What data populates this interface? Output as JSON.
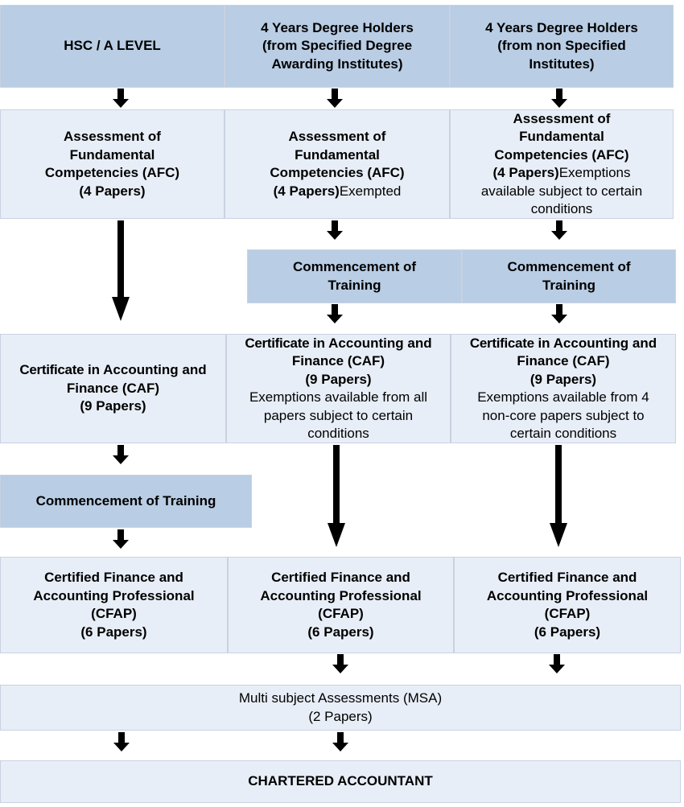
{
  "colors": {
    "header_fill": "#b9cde4",
    "stage_fill": "#e8eef7",
    "arrow": "#000000"
  },
  "headers": {
    "hsc": "HSC / A LEVEL",
    "specified": [
      "4 Years Degree Holders",
      "(from Specified Degree",
      "Awarding Institutes)"
    ],
    "nonspecified": [
      "4 Years Degree Holders",
      "(from non Specified",
      "Institutes)"
    ]
  },
  "afc": {
    "col1": [
      "Assessment of",
      "Fundamental",
      "Competencies (AFC)",
      "(4 Papers)"
    ],
    "col2": {
      "lines": [
        "Assessment of",
        "Fundamental",
        "Competencies (AFC)"
      ],
      "papers": "(4 Papers)",
      "note": "Exempted"
    },
    "col3": {
      "lines": [
        "Assessment of",
        "Fundamental",
        "Competencies (AFC)"
      ],
      "papers": "(4 Papers)",
      "note": "Exemptions",
      "note_lines": [
        "available subject to certain",
        "conditions"
      ]
    }
  },
  "training": {
    "col2": [
      "Commencement of",
      "Training"
    ],
    "col3": [
      "Commencement of",
      "Training"
    ],
    "col1": "Commencement of Training"
  },
  "caf": {
    "col1": {
      "lines": [
        "Finance (CAF)",
        "(9 Papers)"
      ],
      "cert": "Certificate",
      "rest": " in Accounting and"
    },
    "col2": {
      "cert": "Certificate",
      "rest": " in Accounting and",
      "lines": [
        "Finance (CAF)",
        "(9 Papers)"
      ],
      "notes": [
        "Exemptions available from all",
        "papers subject to certain",
        "conditions"
      ]
    },
    "col3": {
      "cert": "Certificate",
      "rest": " in Accounting and",
      "lines": [
        "Finance (CAF)",
        "(9 Papers)"
      ],
      "notes": [
        "Exemptions available from 4",
        "non-core papers subject to",
        "certain conditions"
      ]
    }
  },
  "cfap": {
    "col1": [
      "Certified Finance and",
      "Accounting Professional",
      "(CFAP)",
      "(6 Papers)"
    ],
    "col2": [
      "Certified Finance and",
      "Accounting Professional",
      "(CFAP)",
      "(6 Papers)"
    ],
    "col3": [
      "Certified Finance and",
      "Accounting Professional",
      "(CFAP)",
      "(6 Papers)"
    ]
  },
  "msa": [
    "Multi subject Assessments (MSA)",
    "(2 Papers)"
  ],
  "final": "CHARTERED ACCOUNTANT"
}
